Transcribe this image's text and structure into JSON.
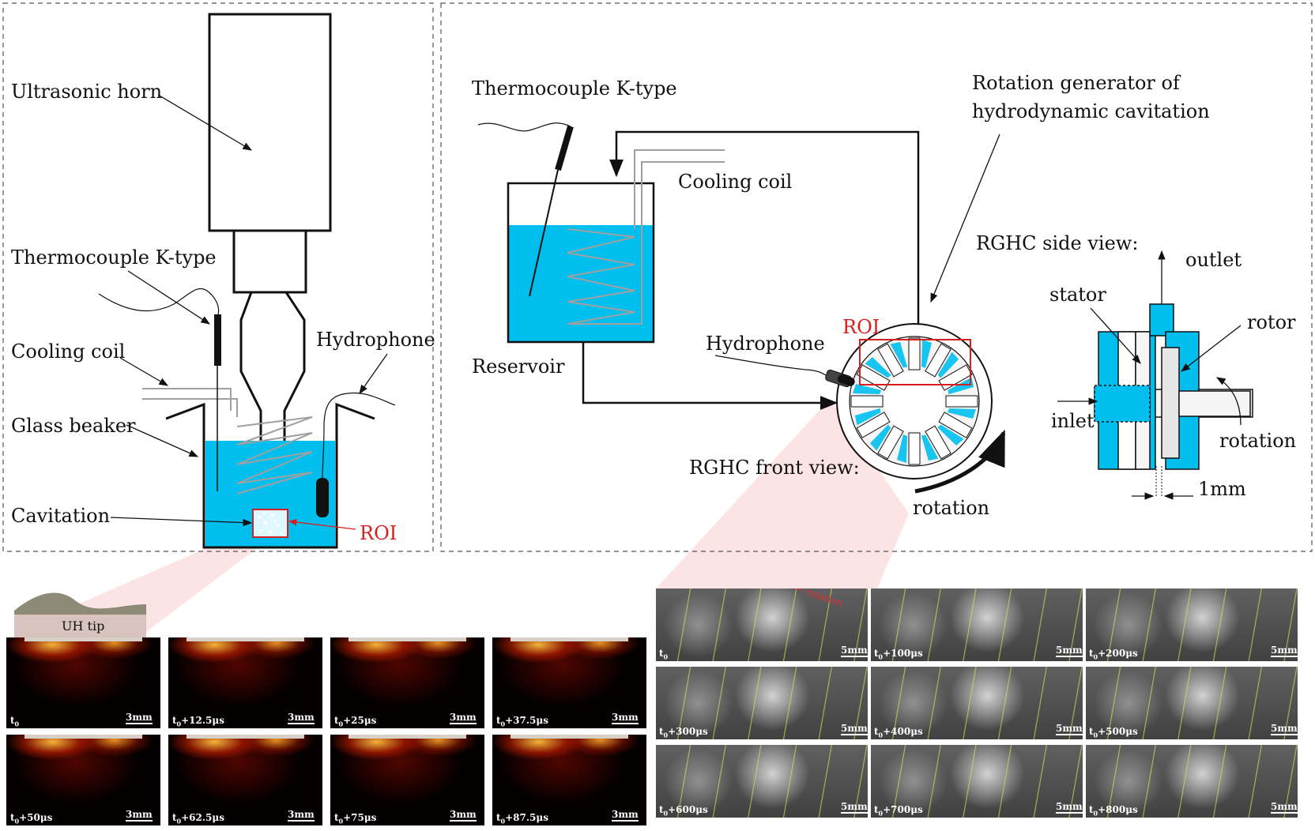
{
  "ultrasonic_setup": {
    "ultrasonic_horn": "Ultrasonic horn",
    "thermocouple": "Thermocouple K-type",
    "cooling_coil": "Cooling coil",
    "hydrophone": "Hydrophone",
    "glass_beaker": "Glass beaker",
    "cavitation": "Cavitation",
    "roi": "ROI"
  },
  "rghc_setup": {
    "thermocouple": "Thermocouple K-type",
    "generator_line1": "Rotation generator of",
    "generator_line2": "hydrodynamic cavitation",
    "cooling_coil": "Cooling coil",
    "reservoir": "Reservoir",
    "hydrophone": "Hydrophone",
    "roi": "ROI",
    "front_view": "RGHC front view:",
    "rotation": "rotation",
    "side_view": {
      "title": "RGHC side view:",
      "outlet": "outlet",
      "stator": "stator",
      "rotor": "rotor",
      "inlet": "inlet",
      "rotation": "rotation",
      "gap": "1mm"
    }
  },
  "thermal_sequence": {
    "uh_tip": "UH tip",
    "scale": "3mm",
    "frames": [
      {
        "t0": "t",
        "sub": "0",
        "offset": ""
      },
      {
        "t0": "t",
        "sub": "0",
        "offset": "+12.5μs"
      },
      {
        "t0": "t",
        "sub": "0",
        "offset": "+25μs"
      },
      {
        "t0": "t",
        "sub": "0",
        "offset": "+37.5μs"
      },
      {
        "t0": "t",
        "sub": "0",
        "offset": "+50μs"
      },
      {
        "t0": "t",
        "sub": "0",
        "offset": "+62.5μs"
      },
      {
        "t0": "t",
        "sub": "0",
        "offset": "+75μs"
      },
      {
        "t0": "t",
        "sub": "0",
        "offset": "+87.5μs"
      }
    ]
  },
  "rghc_sequence": {
    "rotation_label": "rotation",
    "scale": "5mm",
    "frames": [
      {
        "t0": "t",
        "sub": "0",
        "offset": ""
      },
      {
        "t0": "t",
        "sub": "0",
        "offset": "+100μs"
      },
      {
        "t0": "t",
        "sub": "0",
        "offset": "+200μs"
      },
      {
        "t0": "t",
        "sub": "0",
        "offset": "+300μs"
      },
      {
        "t0": "t",
        "sub": "0",
        "offset": "+400μs"
      },
      {
        "t0": "t",
        "sub": "0",
        "offset": "+500μs"
      },
      {
        "t0": "t",
        "sub": "0",
        "offset": "+600μs"
      },
      {
        "t0": "t",
        "sub": "0",
        "offset": "+700μs"
      },
      {
        "t0": "t",
        "sub": "0",
        "offset": "+800μs"
      }
    ]
  },
  "colors": {
    "water": "#00bfef",
    "roi": "#d62020",
    "wedge": "#fde4e4",
    "outline": "#111111",
    "coil": "#a0a0a0"
  }
}
